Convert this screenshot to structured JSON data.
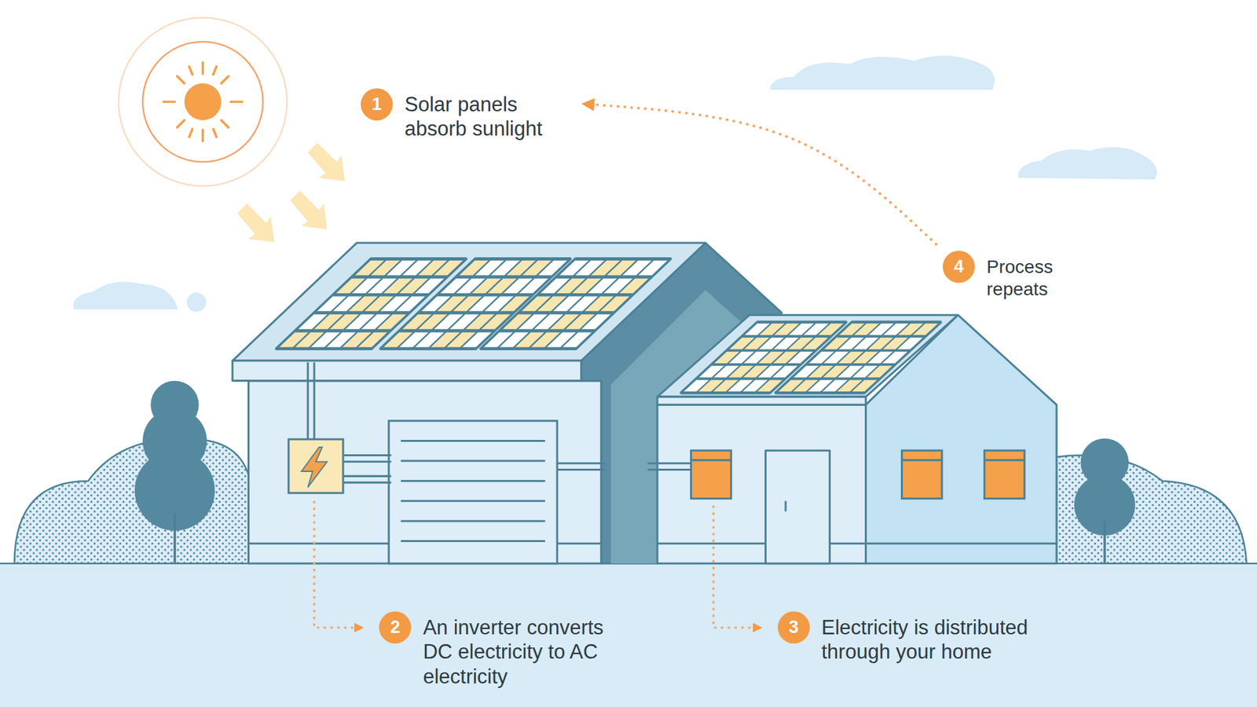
{
  "diagram": {
    "nodes": [
      {
        "text": [
          "1",
          "Solar panels absorb sunlight"
        ]
      },
      {
        "text": [
          "2",
          "An inverter converts DC electricity to AC electricity"
        ]
      },
      {
        "text": [
          "3",
          "Electricity is distributed through your home"
        ]
      },
      {
        "text": [
          "4",
          "Process repeats"
        ]
      }
    ],
    "edges": [
      {
        "from": 3,
        "to": 0,
        "arrow": "to"
      }
    ]
  }
}
